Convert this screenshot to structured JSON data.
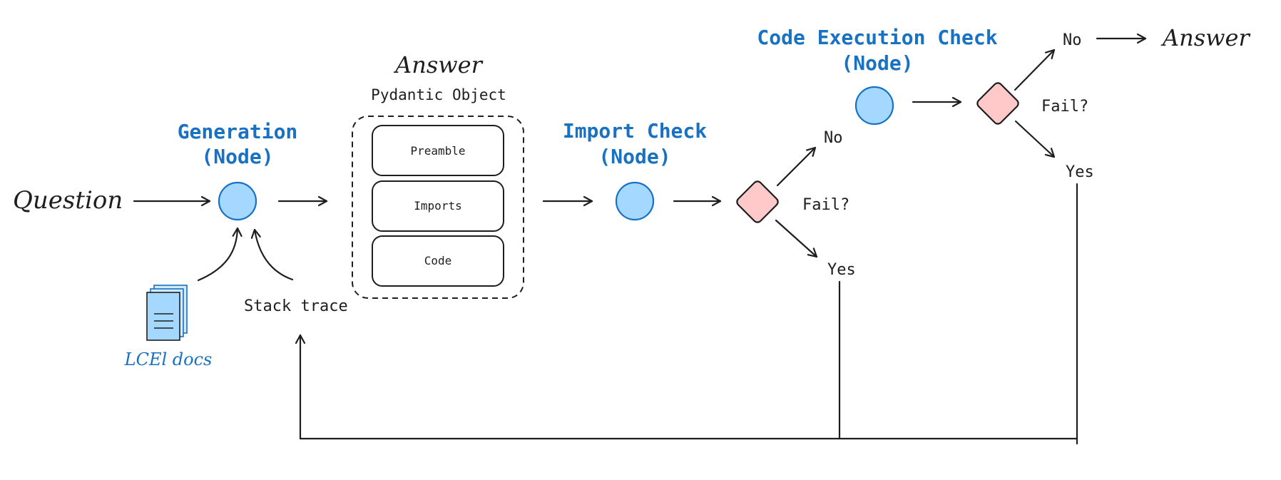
{
  "question_label": "Question",
  "generation_node": {
    "title_line1": "Generation",
    "title_line2": "(Node)"
  },
  "answer_object": {
    "title": "Answer",
    "subtitle": "Pydantic Object",
    "fields": [
      "Preamble",
      "Imports",
      "Code"
    ]
  },
  "import_check_node": {
    "title_line1": "Import Check",
    "title_line2": "(Node)"
  },
  "code_execution_node": {
    "title_line1": "Code Execution Check",
    "title_line2": "(Node)"
  },
  "decision_import": {
    "label": "Fail?",
    "no_label": "No",
    "yes_label": "Yes"
  },
  "decision_exec": {
    "label": "Fail?",
    "no_label": "No",
    "yes_label": "Yes"
  },
  "final_answer_label": "Answer",
  "docs_label": "LCEl docs",
  "stack_trace_label": "Stack trace",
  "icons": {
    "docs": "document-stack-icon"
  },
  "colors": {
    "node_fill": "#a5d8ff",
    "node_stroke": "#1971c2",
    "decision_fill": "#ffc9c9",
    "title_blue": "#1971c2",
    "ink": "#1e1e1e"
  }
}
